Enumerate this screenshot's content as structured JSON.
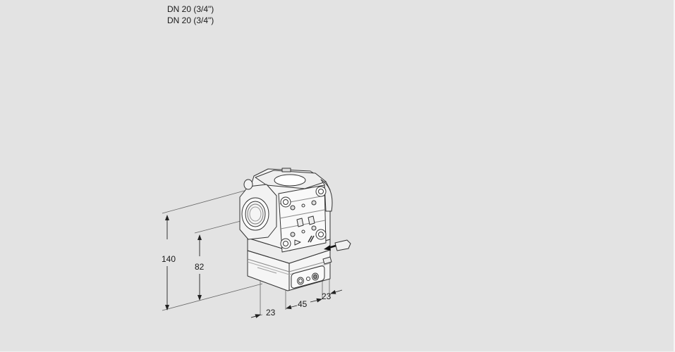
{
  "header": {
    "lines": [
      "DN 20 (3/4\")",
      "DN 20 (3/4\")"
    ]
  },
  "drawing": {
    "subject": "gas valve with pressure regulator and test nipples (isometric view)",
    "units": "mm",
    "colors": {
      "background": "#e3e3e3",
      "line": "#333333",
      "dimension_line": "#555555",
      "body_fill": "#f7f7f7",
      "text": "#1a1a1a"
    },
    "dimensions": {
      "overall_height": "140",
      "connection_height": "82",
      "left_offset": "23",
      "center_width": "45",
      "right_offset": "23"
    }
  }
}
